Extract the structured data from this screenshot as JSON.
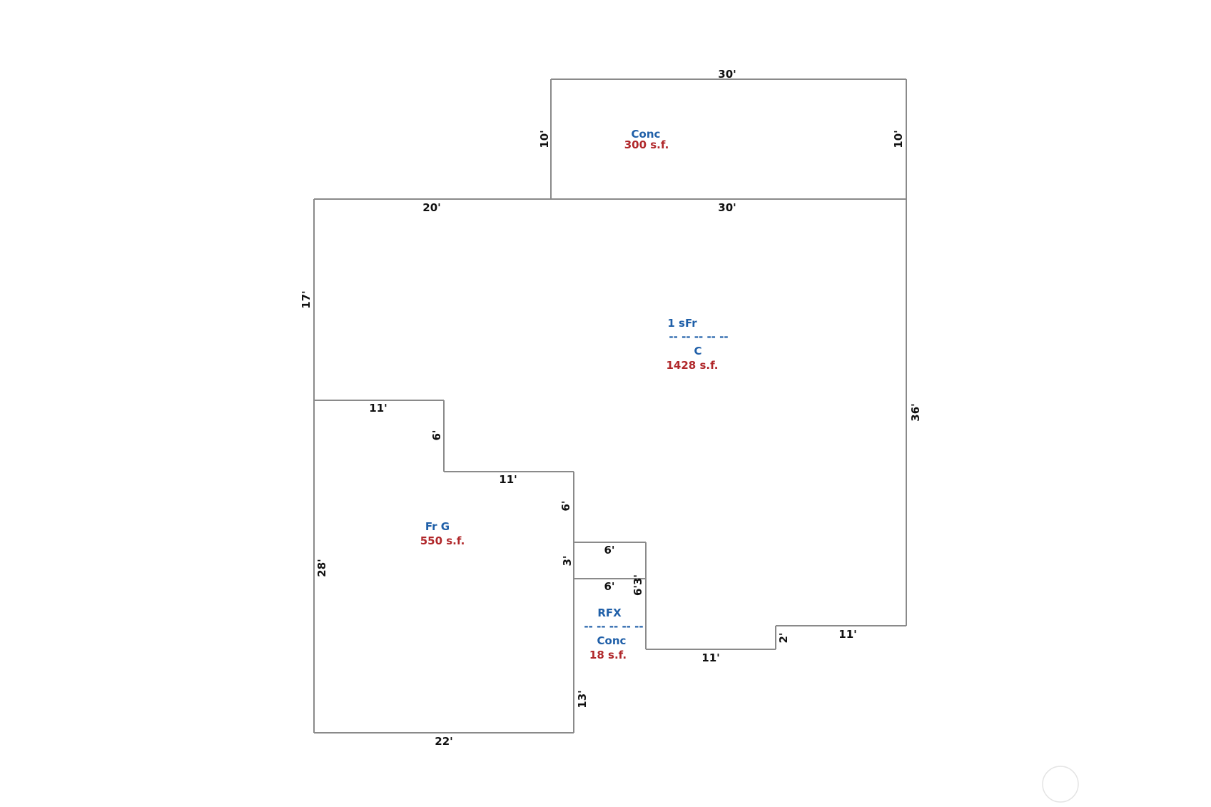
{
  "colors": {
    "wall": "#8a8a8a",
    "dimension_text": "#111111",
    "area_name": "#1f5fa8",
    "area_size": "#b0272a"
  },
  "areas": {
    "conc_top": {
      "name": "Conc",
      "size": "300 s.f."
    },
    "main": {
      "name": "1 sFr",
      "separator": "-- -- -- -- --",
      "type": "C",
      "size": "1428 s.f."
    },
    "garage": {
      "name": "Fr G",
      "size": "550 s.f."
    },
    "rfx": {
      "name": "RFX",
      "separator": "-- -- -- -- --",
      "type": "Conc",
      "size": "18 s.f."
    }
  },
  "dimensions": {
    "conc_top_width": "30'",
    "conc_left_height": "10'",
    "conc_right_height": "10'",
    "main_top_left": "20'",
    "main_top_right": "30'",
    "main_left_height": "17'",
    "main_right_height": "36'",
    "garage_top": "11'",
    "garage_step_height": "6'",
    "garage_step_width": "11'",
    "garage_right_upper": "6'",
    "rfx_left": "3'",
    "rfx_top": "6'",
    "rfx_bottom": "6'",
    "rfx_right": "6'3'",
    "garage_left_height": "28'",
    "garage_right_lower": "13'",
    "garage_bottom": "22'",
    "bottom_mid": "11'",
    "bottom_step": "2'",
    "bottom_right": "11'"
  }
}
